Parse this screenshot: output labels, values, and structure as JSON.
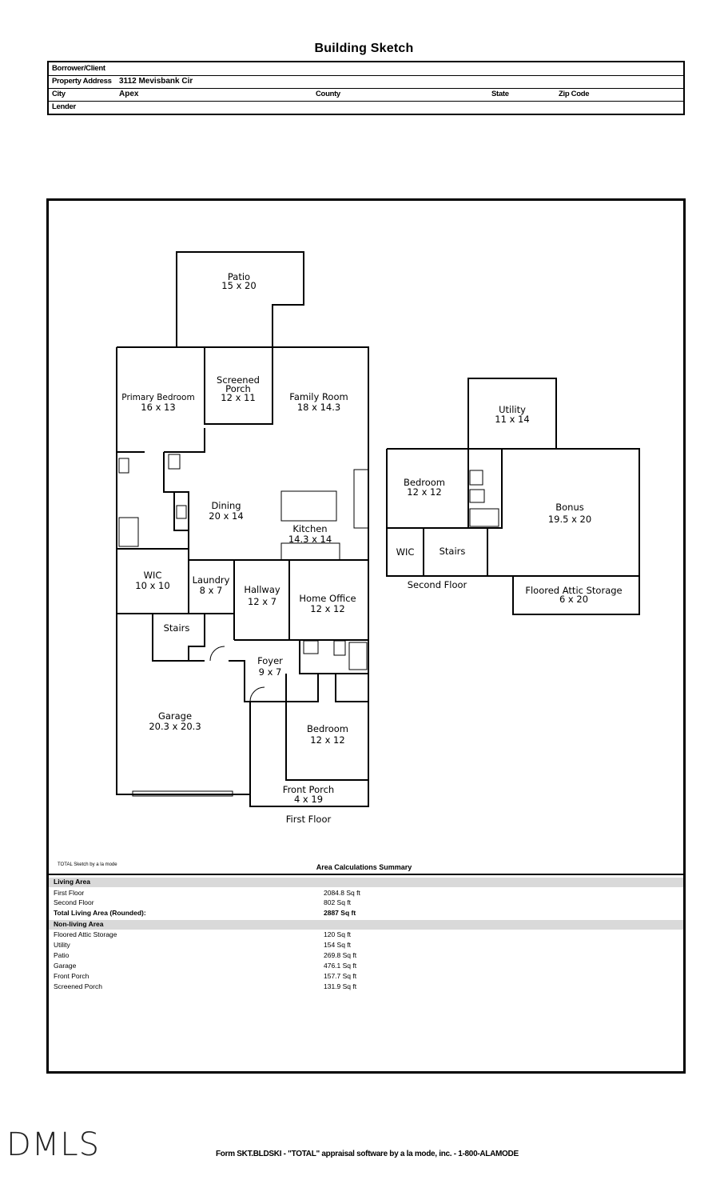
{
  "header": {
    "title": "Building Sketch",
    "borrower_label": "Borrower/Client",
    "borrower_value": "",
    "address_label": "Property Address",
    "address_value": "3112 Mevisbank Cir",
    "city_label": "City",
    "city_value": "Apex",
    "county_label": "County",
    "state_label": "State",
    "zip_label": "Zip Code",
    "lender_label": "Lender"
  },
  "first_floor": {
    "label": "First Floor",
    "rooms": [
      {
        "name": "Patio",
        "dims": "15 x 20"
      },
      {
        "name": "Screened\nPorch",
        "dims": "12 x 11"
      },
      {
        "name": "Primary Bedroom",
        "dims": "16 x 13"
      },
      {
        "name": "Family Room",
        "dims": "18 x 14.3"
      },
      {
        "name": "Dining",
        "dims": "20 x 14"
      },
      {
        "name": "Kitchen",
        "dims": "14.3 x 14"
      },
      {
        "name": "WIC",
        "dims": "10 x 10"
      },
      {
        "name": "Laundry",
        "dims": "8 x 7"
      },
      {
        "name": "Hallway",
        "dims": "12 x 7"
      },
      {
        "name": "Home Office",
        "dims": "12 x 12"
      },
      {
        "name": "Stairs",
        "dims": ""
      },
      {
        "name": "Foyer",
        "dims": "9 x 7"
      },
      {
        "name": "Garage",
        "dims": "20.3 x 20.3"
      },
      {
        "name": "Bedroom",
        "dims": "12 x 12"
      },
      {
        "name": "Front Porch",
        "dims": "4 x 19"
      }
    ]
  },
  "second_floor": {
    "label": "Second Floor",
    "rooms": [
      {
        "name": "Utility",
        "dims": "11 x 14"
      },
      {
        "name": "Bedroom",
        "dims": "12 x 12"
      },
      {
        "name": "Bonus",
        "dims": "19.5 x 20"
      },
      {
        "name": "WIC",
        "dims": ""
      },
      {
        "name": "Stairs",
        "dims": ""
      },
      {
        "name": "Floored Attic Storage",
        "dims": "6 x 20"
      }
    ]
  },
  "sketch_credit": "TOTAL Sketch by a la mode",
  "summary": {
    "title": "Area Calculations Summary",
    "living_header": "Living Area",
    "living": [
      {
        "label": "First Floor",
        "value": "2084.8 Sq ft"
      },
      {
        "label": "Second Floor",
        "value": "802 Sq ft"
      }
    ],
    "total_label": "Total Living Area (Rounded):",
    "total_value": "2887 Sq ft",
    "nonliving_header": "Non-living Area",
    "nonliving": [
      {
        "label": "Floored Attic Storage",
        "value": "120 Sq ft"
      },
      {
        "label": "Utility",
        "value": "154 Sq ft"
      },
      {
        "label": "Patio",
        "value": "269.8 Sq ft"
      },
      {
        "label": "Garage",
        "value": "476.1 Sq ft"
      },
      {
        "label": "Front Porch",
        "value": "157.7 Sq ft"
      },
      {
        "label": "Screened Porch",
        "value": "131.9 Sq ft"
      }
    ]
  },
  "footer": "Form SKT.BLDSKI - \"TOTAL\" appraisal software by a la mode, inc. - 1-800-ALAMODE",
  "mls_logo": "DMLS"
}
